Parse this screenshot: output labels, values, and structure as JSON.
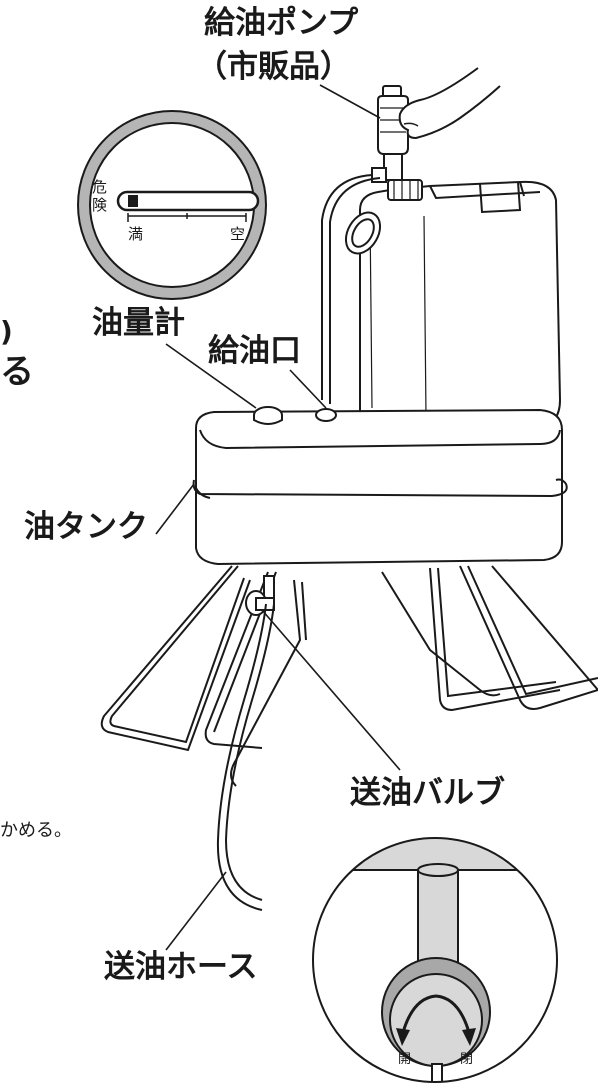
{
  "labels": {
    "pump": "給油ポンプ",
    "pump_note": "（市販品）",
    "gauge": "油量計",
    "fill_port": "給油口",
    "tank": "油タンク",
    "valve": "送油バルブ",
    "hose": "送油ホース"
  },
  "gauge_inset": {
    "danger_top": "危",
    "danger_bottom": "険",
    "full": "満",
    "empty": "空"
  },
  "valve_inset": {
    "open": "開",
    "close": "閉"
  },
  "cut_text": {
    "line1": ")",
    "line2": "る",
    "line3": "かめる。"
  },
  "colors": {
    "line": "#1a1a1a",
    "valve_shade": "#d8d8d8",
    "valve_ring": "#a8a8a8",
    "gauge_ring": "#b5b5b5"
  }
}
